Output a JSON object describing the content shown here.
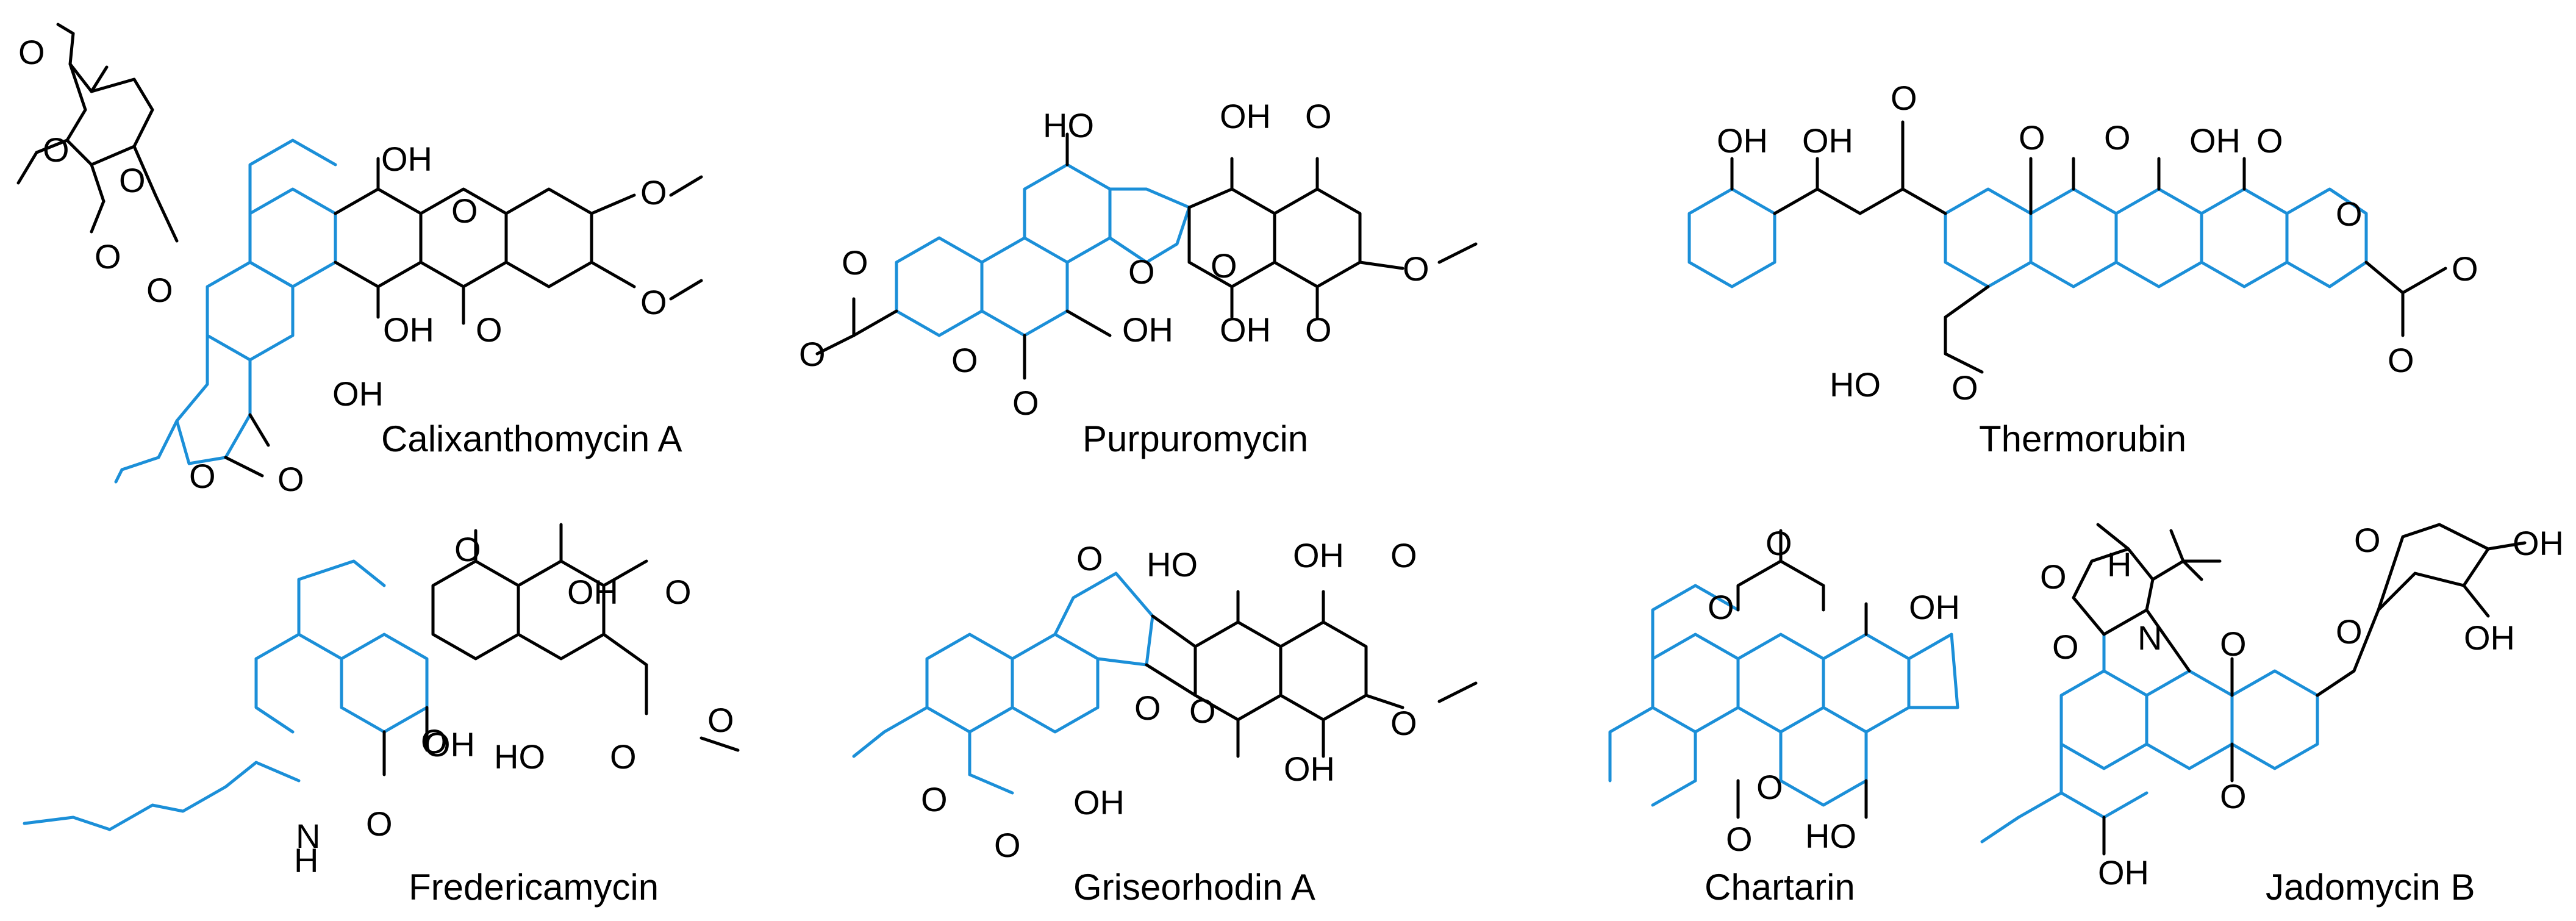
{
  "compounds": [
    {
      "id": "calixanthomycin-a",
      "name": "Calixanthomycin A"
    },
    {
      "id": "purpuromycin",
      "name": "Purpuromycin"
    },
    {
      "id": "thermorubin",
      "name": "Thermorubin"
    },
    {
      "id": "fredericamycin",
      "name": "Fredericamycin"
    },
    {
      "id": "griseorhodin-a",
      "name": "Griseorhodin A"
    },
    {
      "id": "chartarin",
      "name": "Chartarin"
    },
    {
      "id": "jadomycin-b",
      "name": "Jadomycin B"
    }
  ],
  "atom_labels": {
    "oh": "OH",
    "ho": "HO",
    "o": "O",
    "h": "H",
    "n": "N"
  },
  "colors": {
    "bond": "#000000",
    "highlight": "#1b8fd8",
    "background": "#ffffff"
  }
}
